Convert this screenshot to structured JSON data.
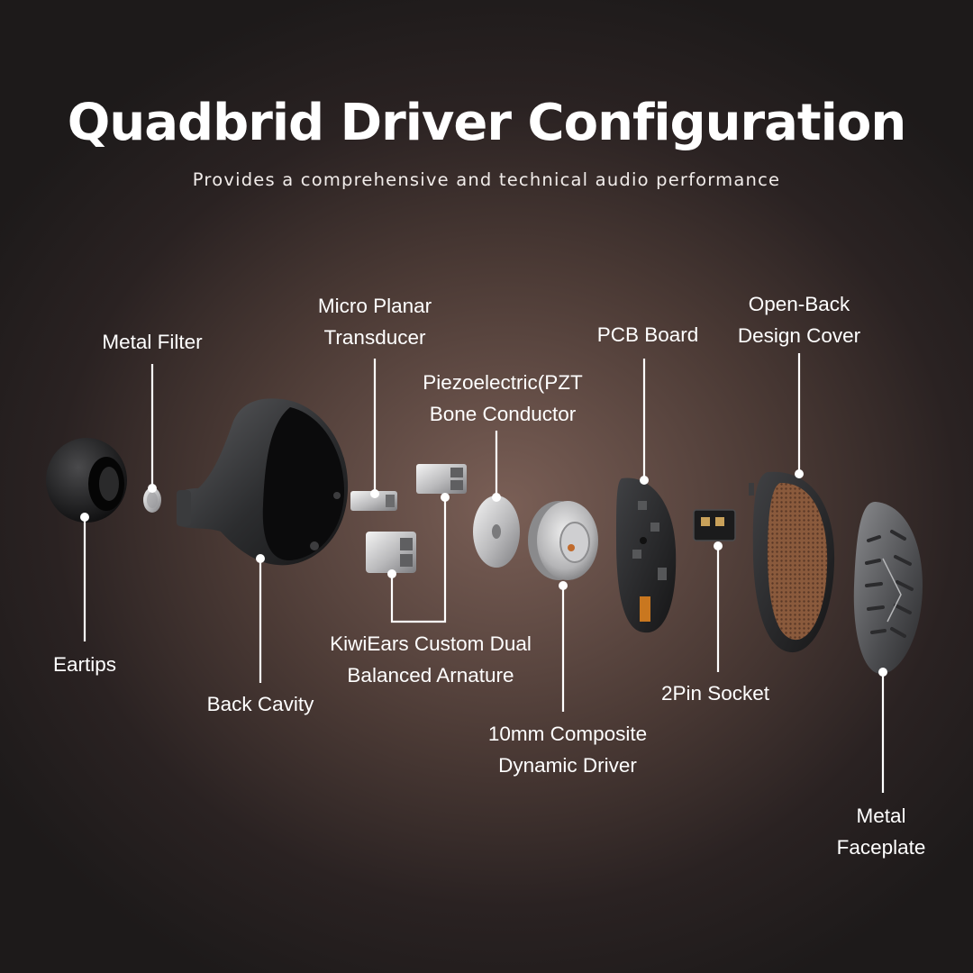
{
  "title": "Quadbrid Driver Configuration",
  "subtitle": "Provides a comprehensive and technical audio performance",
  "labels": {
    "eartips": [
      "Eartips"
    ],
    "metal_filter": [
      "Metal Filter"
    ],
    "back_cavity": [
      "Back Cavity"
    ],
    "micro_planar": [
      "Micro Planar",
      "Transducer"
    ],
    "balanced_armature": [
      "KiwiEars Custom Dual",
      "Balanced Arnature"
    ],
    "pzt": [
      "Piezoelectric(PZT",
      "Bone Conductor"
    ],
    "dynamic_driver": [
      "10mm Composite",
      "Dynamic Driver"
    ],
    "pcb_board": [
      "PCB Board"
    ],
    "socket": [
      "2Pin Socket"
    ],
    "cover": [
      "Open-Back",
      "Design Cover"
    ],
    "faceplate": [
      "Metal",
      "Faceplate"
    ]
  },
  "colors": {
    "background_center": "#7a5f56",
    "background_edge": "#1d1a1a",
    "text": "#ffffff",
    "leader_line": "#ffffff"
  }
}
